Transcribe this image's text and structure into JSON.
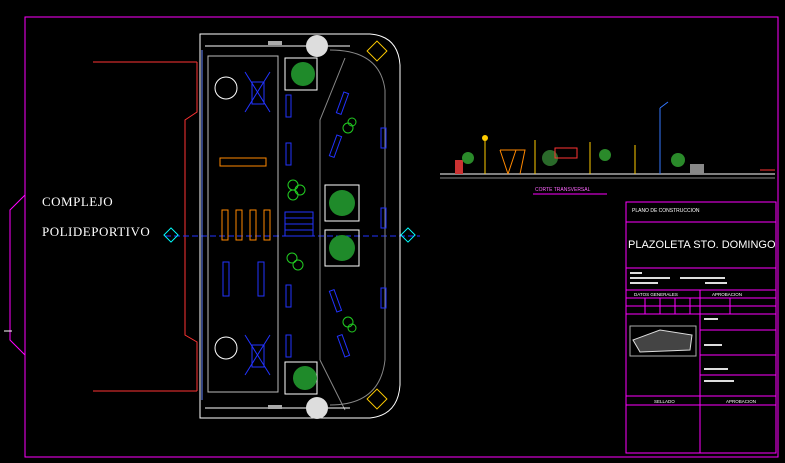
{
  "drawing": {
    "left_label_line1": "COMPLEJO",
    "left_label_line2": "POLIDEPORTIVO",
    "section_caption": "CORTE TRANSVERSAL"
  },
  "title_block": {
    "plan_type": "PLANO DE CONSTRUCCION",
    "project_title": "PLAZOLETA STO. DOMINGO",
    "general_data": "DATOS GENERALES",
    "approval": "APROBACION",
    "footer_left": "SELLADO",
    "footer_right": "APROBACION"
  },
  "colors": {
    "frame": "#ff00ff",
    "site": "#ffffff",
    "road": "#ff3333",
    "bench": "#2233ff",
    "trees": "#22aa22",
    "accent": "#00ffff",
    "sports": "#ff8800"
  }
}
